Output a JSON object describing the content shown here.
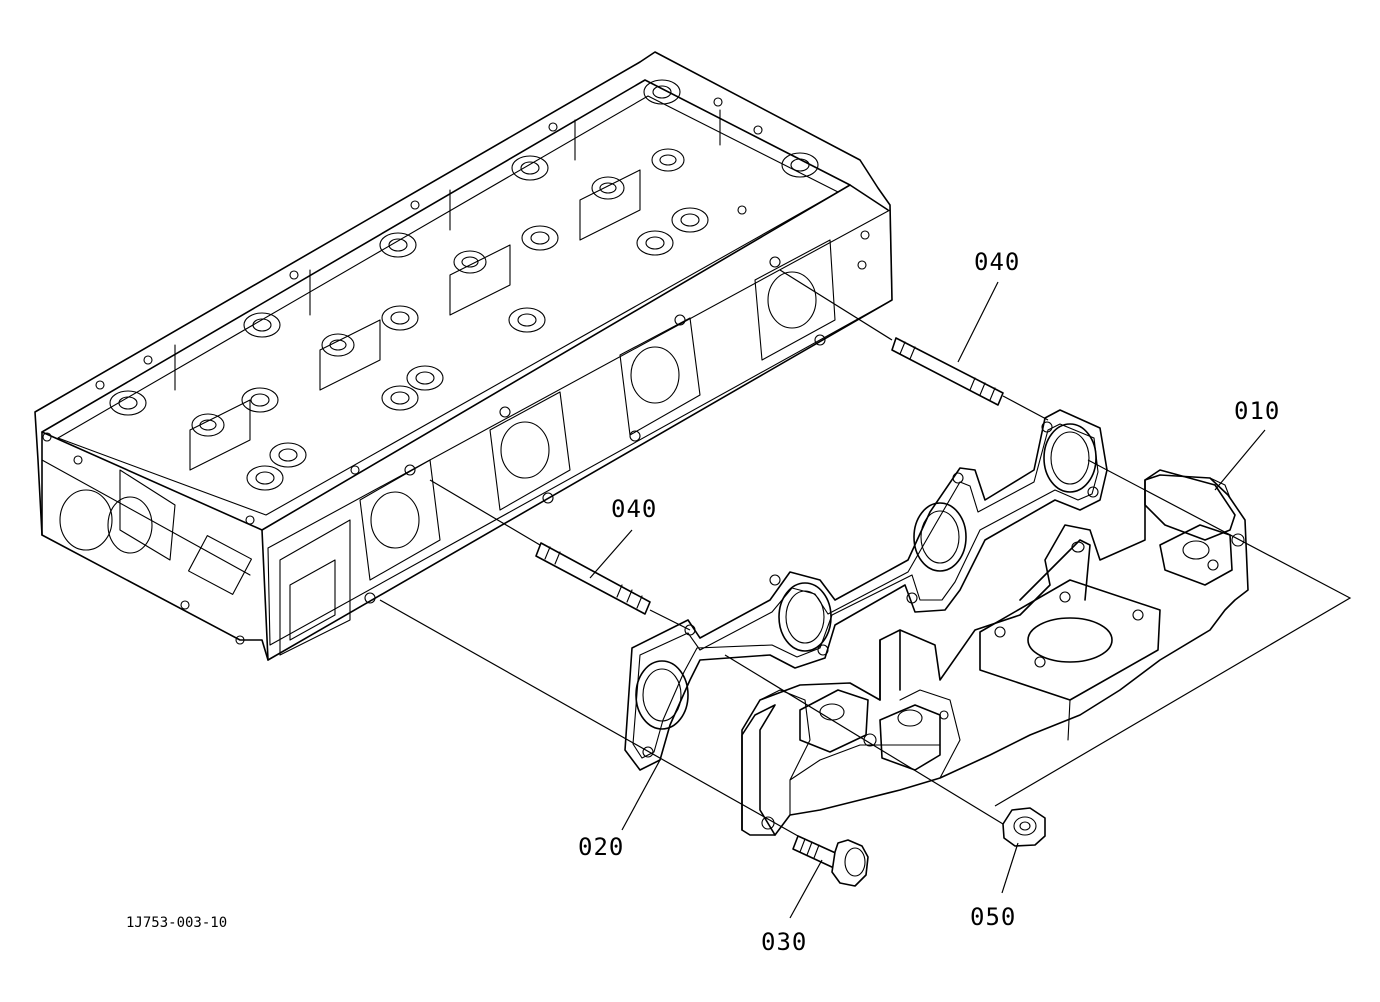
{
  "callouts": {
    "p010": "010",
    "p020": "020",
    "p030": "030",
    "p040_upper": "040",
    "p040_lower": "040",
    "p050": "050"
  },
  "drawing_number": "1J753-003-10",
  "line_color": "#000000",
  "background": "#ffffff"
}
